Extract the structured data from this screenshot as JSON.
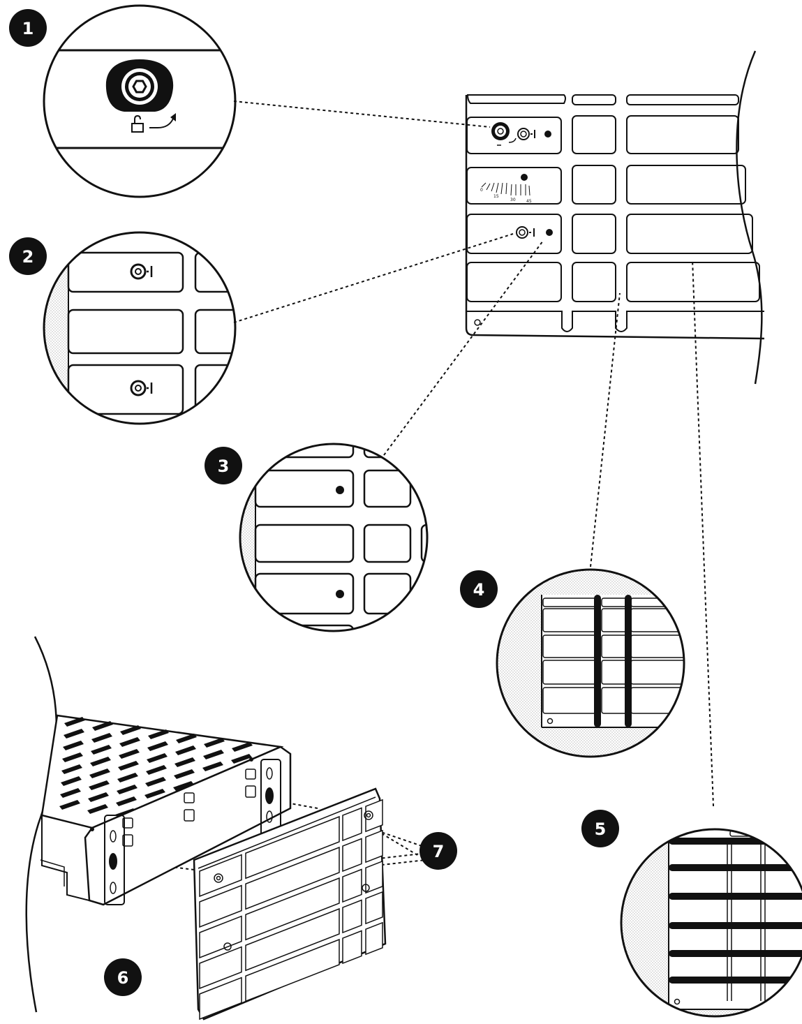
{
  "callouts": [
    {
      "label": "1"
    },
    {
      "label": "2"
    },
    {
      "label": "3"
    },
    {
      "label": "4"
    },
    {
      "label": "5"
    },
    {
      "label": "6"
    },
    {
      "label": "7"
    }
  ],
  "scale": {
    "ticks": [
      "0",
      "15",
      "30",
      "45"
    ]
  },
  "lock_symbol": "unlock-icon",
  "colors": {
    "ink": "#111111",
    "background": "#ffffff",
    "stipple": "#bdbdbd"
  }
}
